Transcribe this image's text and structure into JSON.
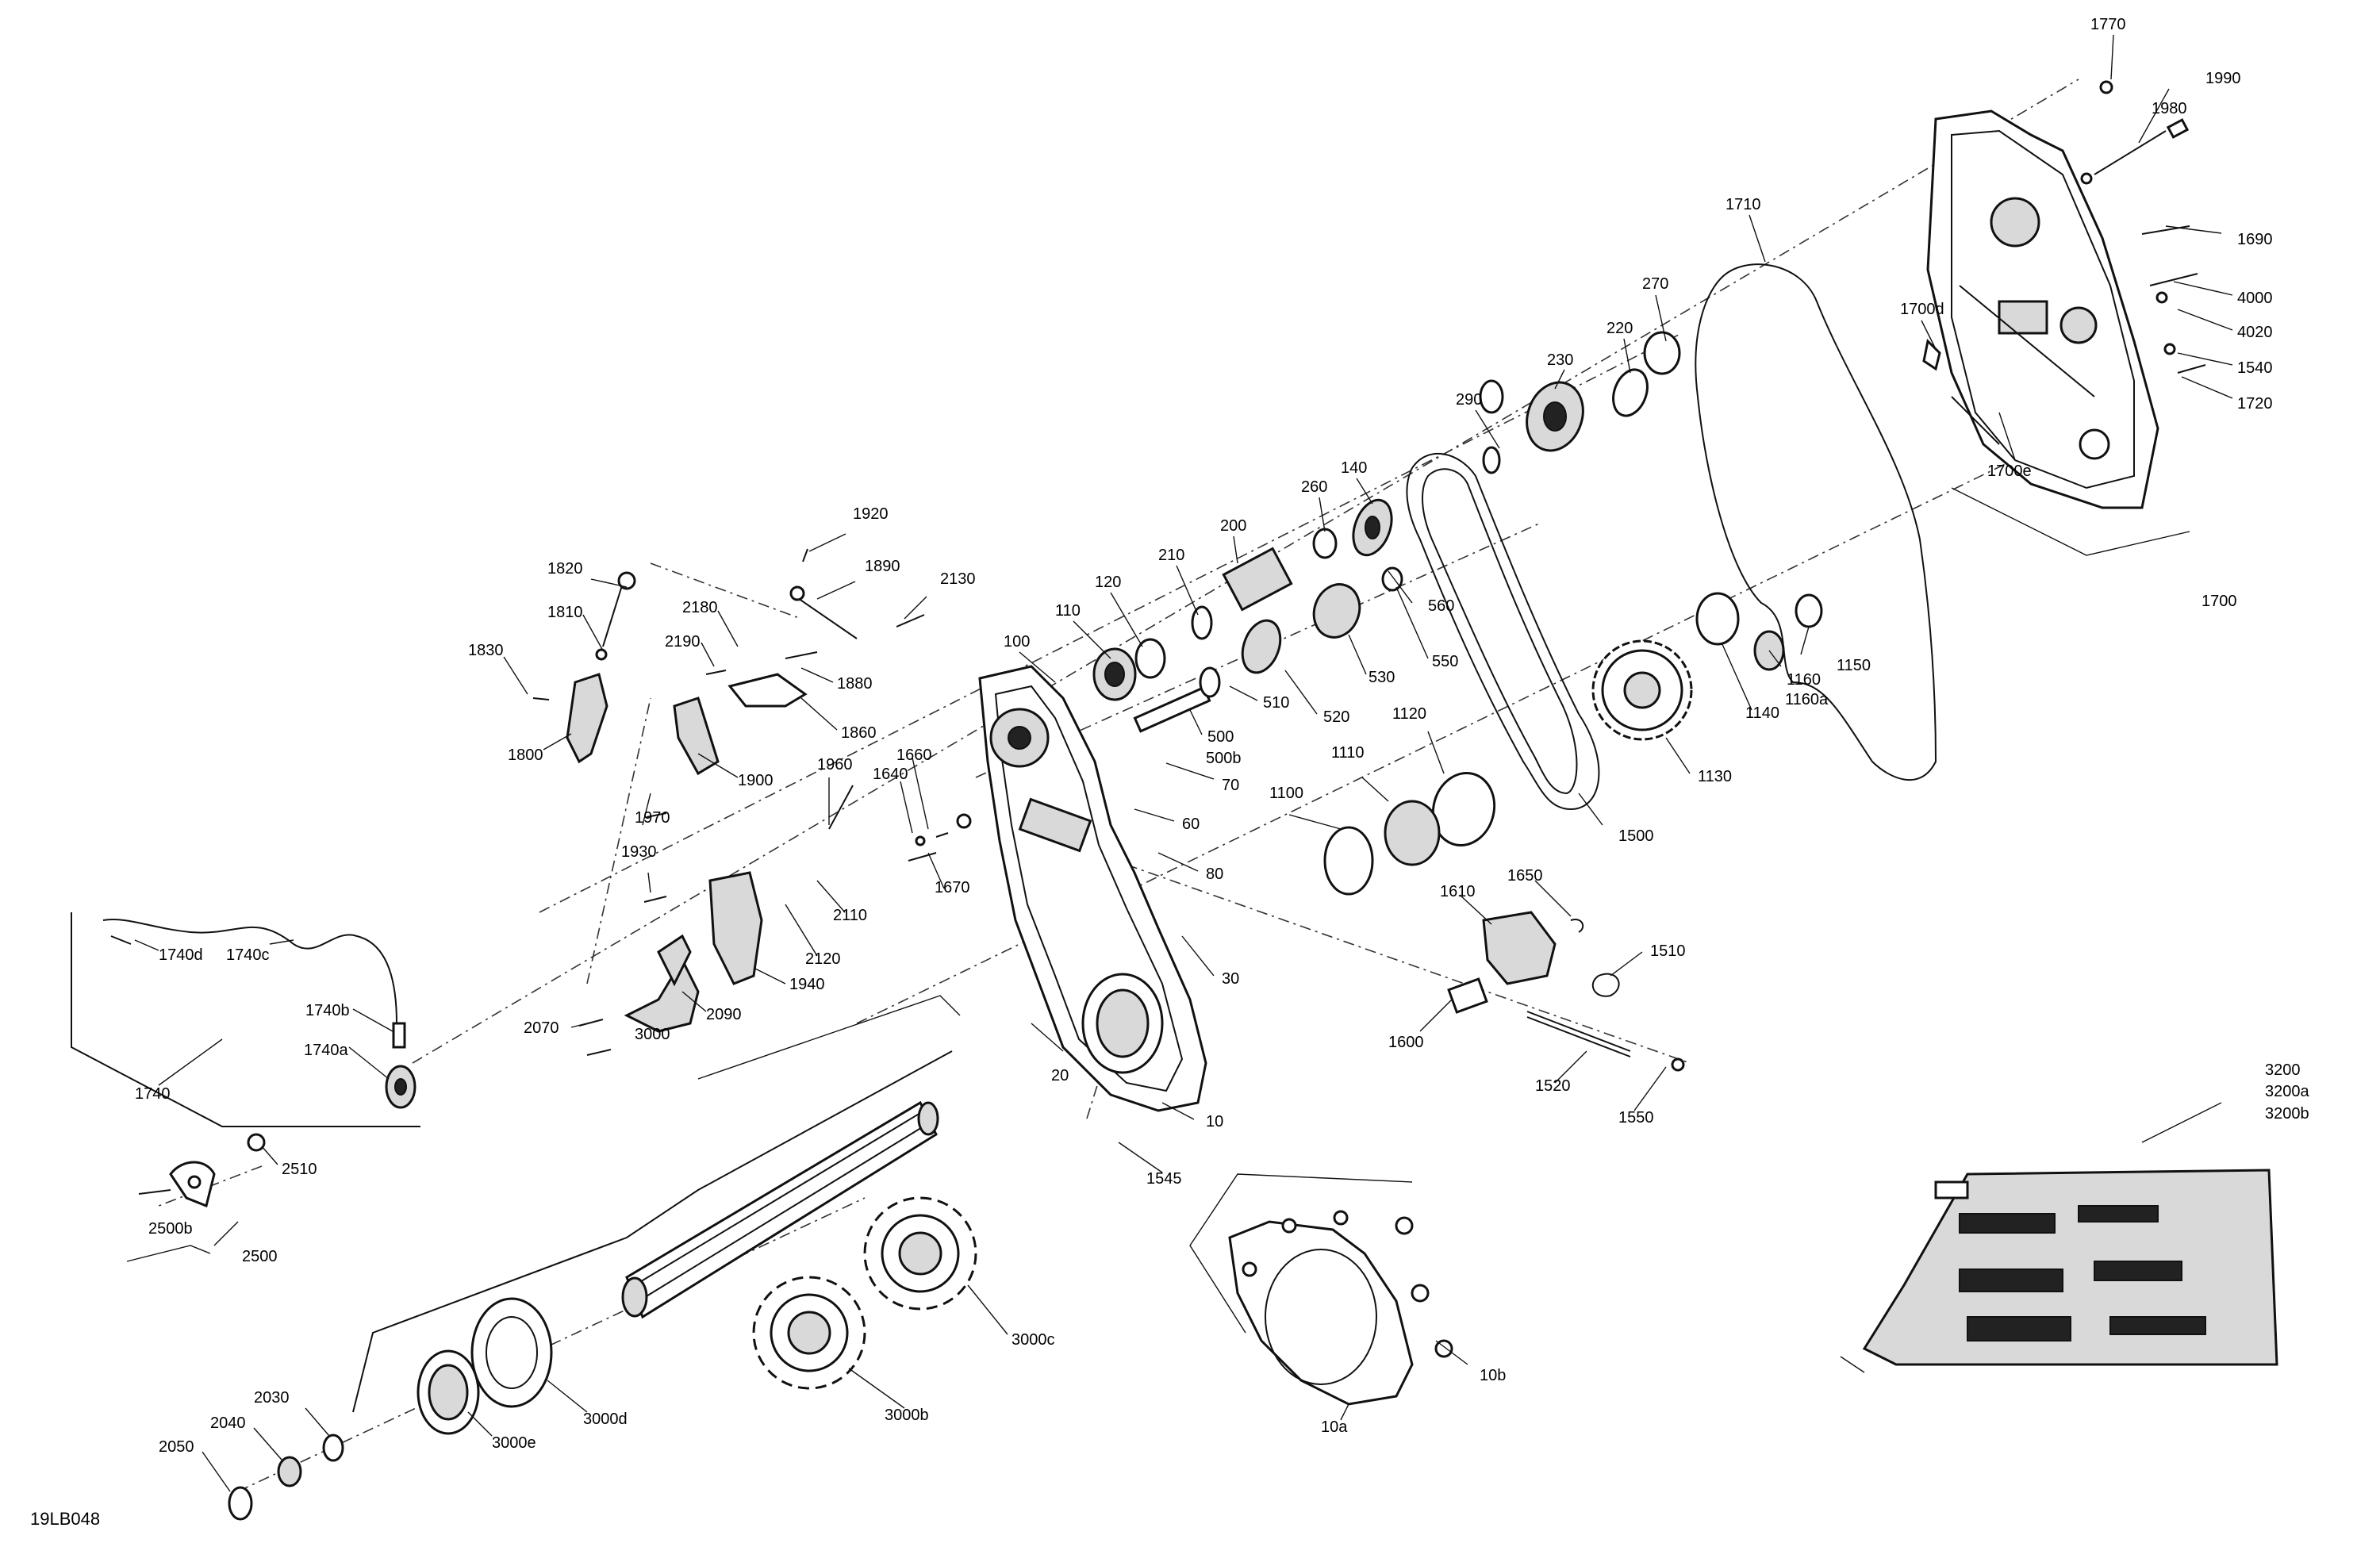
{
  "diagram": {
    "code": "19LB048",
    "callouts": {
      "c1770": "1770",
      "c1980": "1980",
      "c1990": "1990",
      "c1690": "1690",
      "c4000": "4000",
      "c4020": "4020",
      "c1540": "1540",
      "c1720": "1720",
      "c1700d": "1700d",
      "c1700e": "1700e",
      "c1700": "1700",
      "c1710": "1710",
      "c270": "270",
      "c220": "220",
      "c230": "230",
      "c290": "290",
      "c140": "140",
      "c260": "260",
      "c200": "200",
      "c210": "210",
      "c120": "120",
      "c110": "110",
      "c100": "100",
      "c500": "500",
      "c500b": "500b",
      "c510": "510",
      "c520": "520",
      "c530": "530",
      "c550": "550",
      "c560": "560",
      "c1500": "1500",
      "c1130": "1130",
      "c1140": "1140",
      "c1160": "1160",
      "c1160a": "1160a",
      "c1150": "1150",
      "c1120": "1120",
      "c1110": "1110",
      "c1100": "1100",
      "c70": "70",
      "c60": "60",
      "c80": "80",
      "c30": "30",
      "c20": "20",
      "c10": "10",
      "c1545": "1545",
      "c10a": "10a",
      "c10b": "10b",
      "c1610": "1610",
      "c1650": "1650",
      "c1510": "1510",
      "c1600": "1600",
      "c1520": "1520",
      "c1550": "1550",
      "c1920": "1920",
      "c1890": "1890",
      "c2130": "2130",
      "c1820": "1820",
      "c1810": "1810",
      "c2180": "2180",
      "c2190": "2190",
      "c1880": "1880",
      "c1830": "1830",
      "c1860": "1860",
      "c1800": "1800",
      "c1900": "1900",
      "c1960": "1960",
      "c1660": "1660",
      "c1640": "1640",
      "c1670": "1670",
      "c1970": "1970",
      "c1930": "1930",
      "c2110": "2110",
      "c2120": "2120",
      "c1940": "1940",
      "c2090": "2090",
      "c2070": "2070",
      "c3000": "3000",
      "c1740d": "1740d",
      "c1740c": "1740c",
      "c1740b": "1740b",
      "c1740a": "1740a",
      "c1740": "1740",
      "c2510": "2510",
      "c2500b": "2500b",
      "c2500": "2500",
      "c3000c": "3000c",
      "c3000b": "3000b",
      "c3000d": "3000d",
      "c3000e": "3000e",
      "c2030": "2030",
      "c2040": "2040",
      "c2050": "2050",
      "c3200": "3200",
      "c3200a": "3200a",
      "c3200b": "3200b"
    }
  }
}
